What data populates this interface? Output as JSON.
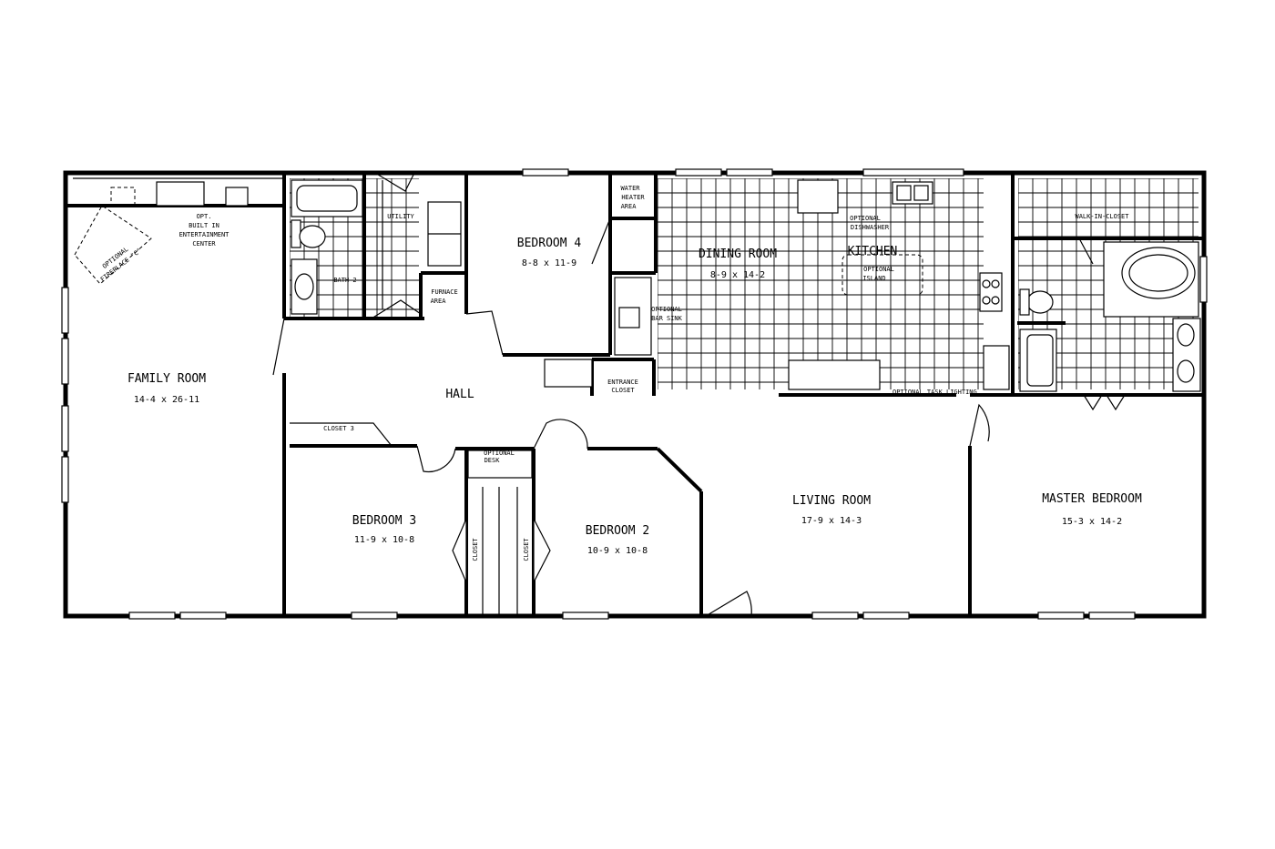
{
  "rooms": {
    "family_room": {
      "name": "FAMILY ROOM",
      "dim": "14-4 x 26-11"
    },
    "bedroom4": {
      "name": "BEDROOM 4",
      "dim": "8-8 x 11-9"
    },
    "dining_room": {
      "name": "DINING ROOM",
      "dim": "8-9 x 14-2"
    },
    "kitchen": {
      "name": "KITCHEN"
    },
    "hall": {
      "name": "HALL"
    },
    "bedroom3": {
      "name": "BEDROOM 3",
      "dim": "11-9 x 10-8"
    },
    "bedroom2": {
      "name": "BEDROOM 2",
      "dim": "10-9 x 10-8"
    },
    "living_room": {
      "name": "LIVING ROOM",
      "dim": "17-9 x 14-3"
    },
    "master_bedroom": {
      "name": "MASTER BEDROOM",
      "dim": "15-3 x 14-2"
    }
  },
  "labels": {
    "opt": "OPT.",
    "built_in": "BUILT IN",
    "entertainment": "ENTERTAINMENT",
    "center": "CENTER",
    "optional_fp": "OPTIONAL",
    "fireplace": "FIREPLACE \"C\"",
    "utility": "UTILITY",
    "bath2": "BATH 2",
    "furnace": "FURNACE",
    "area": "AREA",
    "water": "WATER",
    "heater": "HEATER",
    "water_area": "AREA",
    "opt_bar1": "OPTIONAL",
    "opt_bar2": "BAR SINK",
    "opt_dw1": "OPTIONAL",
    "opt_dw2": "DISHWASHER",
    "opt_is1": "OPTIONAL",
    "opt_is2": "ISLAND",
    "walk_in_closet": "WALK-IN-CLOSET",
    "closet3": "CLOSET 3",
    "entrance1": "ENTRANCE",
    "entrance2": "CLOSET",
    "opt_desk1": "OPTIONAL",
    "opt_desk2": "DESK",
    "closet_a": "CLOSET",
    "closet_b": "CLOSET",
    "task_lighting": "OPTIONAL TASK LIGHTING"
  }
}
